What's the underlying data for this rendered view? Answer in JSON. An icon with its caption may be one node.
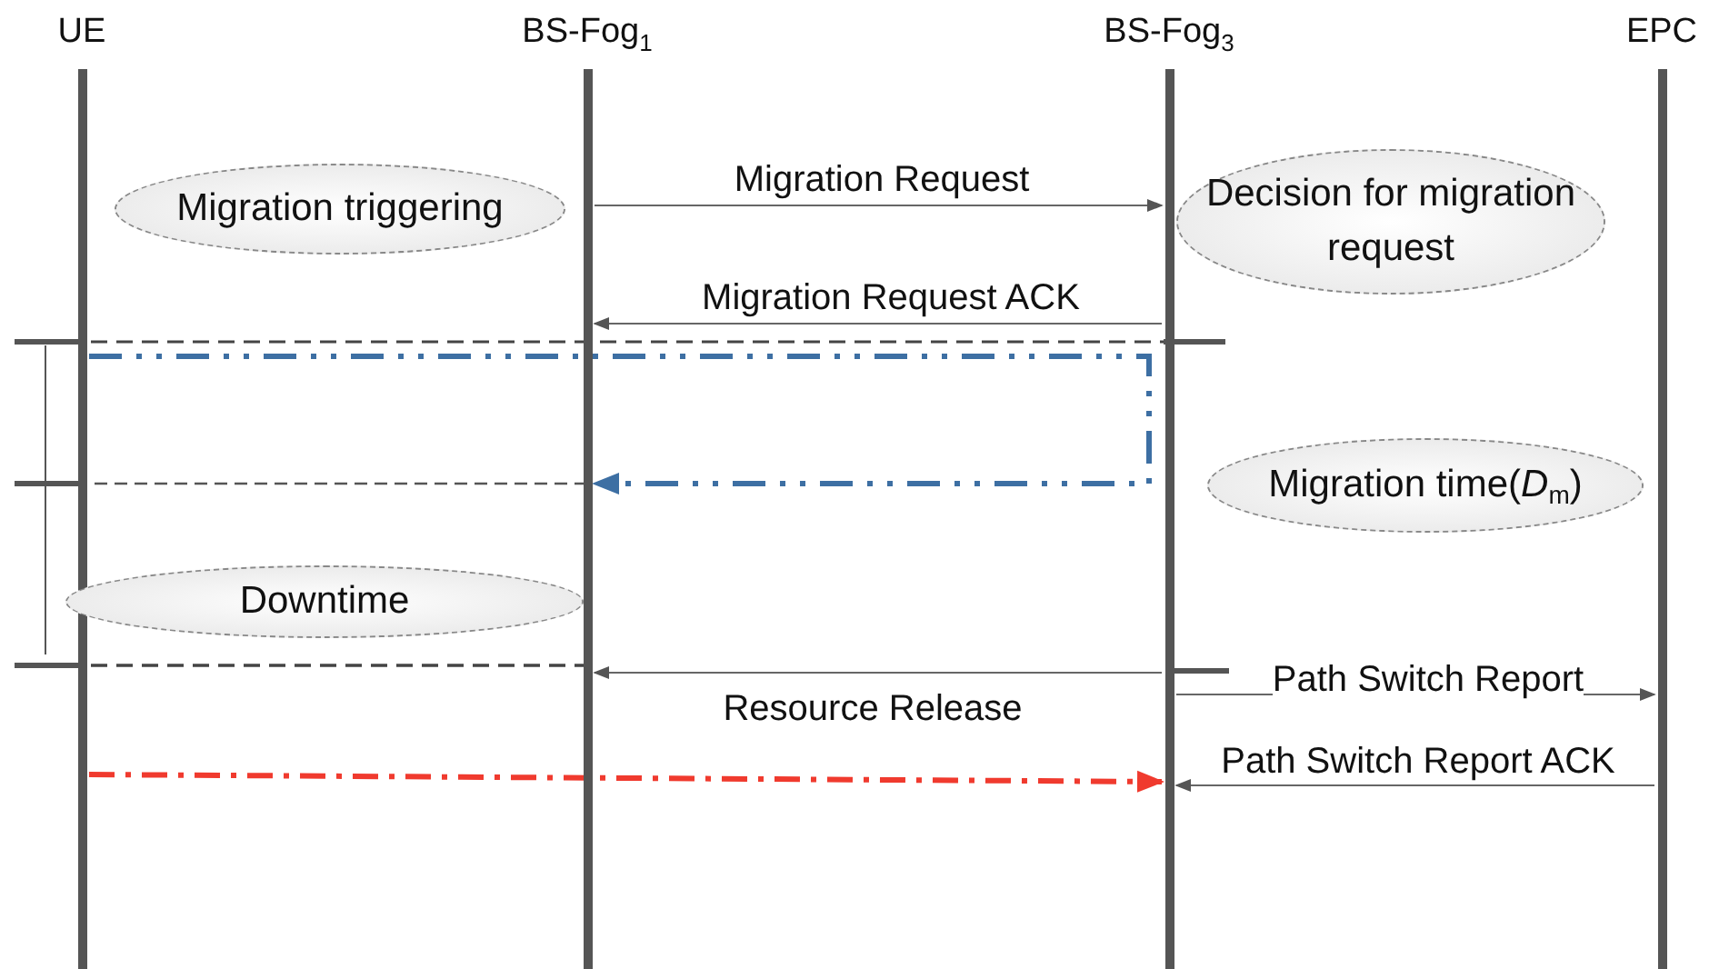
{
  "diagram": {
    "nodes": [
      {
        "text": [
          "UE"
        ]
      },
      {
        "text": [
          "BS-Fog$_{1}$"
        ]
      },
      {
        "text": [
          "BS-Fog$_{3}$"
        ]
      },
      {
        "text": [
          "EPC"
        ]
      },
      {
        "text": [
          "Migration triggering"
        ]
      },
      {
        "text": [
          "Decision for migration request"
        ]
      },
      {
        "text": [
          "Migration time(*D*$_{m}$)"
        ]
      },
      {
        "text": [
          "Downtime"
        ]
      }
    ],
    "edges": [
      {
        "from": 1,
        "to": 2,
        "arrow": "to",
        "label": "Migration  Request"
      },
      {
        "from": 2,
        "to": 1,
        "arrow": "to",
        "label": "Migration Request ACK"
      },
      {
        "from": 0,
        "to": 1,
        "arrow": "to",
        "style": "dashed",
        "color": "#3d6fa3"
      },
      {
        "from": 2,
        "to": 1,
        "arrow": "to",
        "label": "Resource Release"
      },
      {
        "from": 2,
        "to": 3,
        "arrow": "to",
        "label": "Path Switch Report"
      },
      {
        "from": 3,
        "to": 2,
        "arrow": "to",
        "label": "Path Switch Report ACK"
      },
      {
        "from": 0,
        "to": 2,
        "arrow": "to",
        "style": "dashed",
        "color": "#f03a2e"
      }
    ]
  }
}
